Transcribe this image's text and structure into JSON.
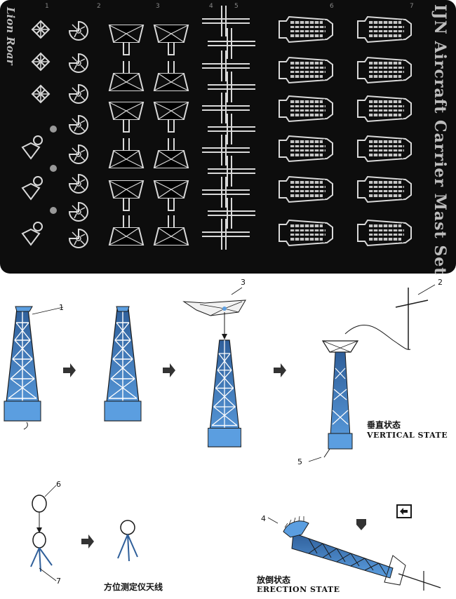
{
  "fret": {
    "title": "IJN Aircraft Carrier Mast Set",
    "brand": "Lion Roar",
    "column_numbers": [
      "1",
      "2",
      "3",
      "4",
      "5",
      "6",
      "7"
    ]
  },
  "callouts": {
    "n1": "1",
    "n2": "2",
    "n3": "3",
    "n4": "4",
    "n5": "5",
    "n6": "6",
    "n7": "7"
  },
  "captions": {
    "vertical_cn": "垂直状态",
    "vertical_en": "VERTICAL STATE",
    "antenna_cn": "方位测定仪天线",
    "erection_cn": "放倒状态",
    "erection_en": "ERECTION STATE"
  },
  "colors": {
    "fret_bg": "#0d0d0d",
    "brass": "#d9d9d9",
    "mast_blue": "#2f5f9a",
    "mast_blue_light": "#5b9ee0",
    "line": "#1a1a1a"
  },
  "icons": [
    "arrow-right-icon",
    "arrow-down-icon",
    "fold-symbol-icon"
  ]
}
